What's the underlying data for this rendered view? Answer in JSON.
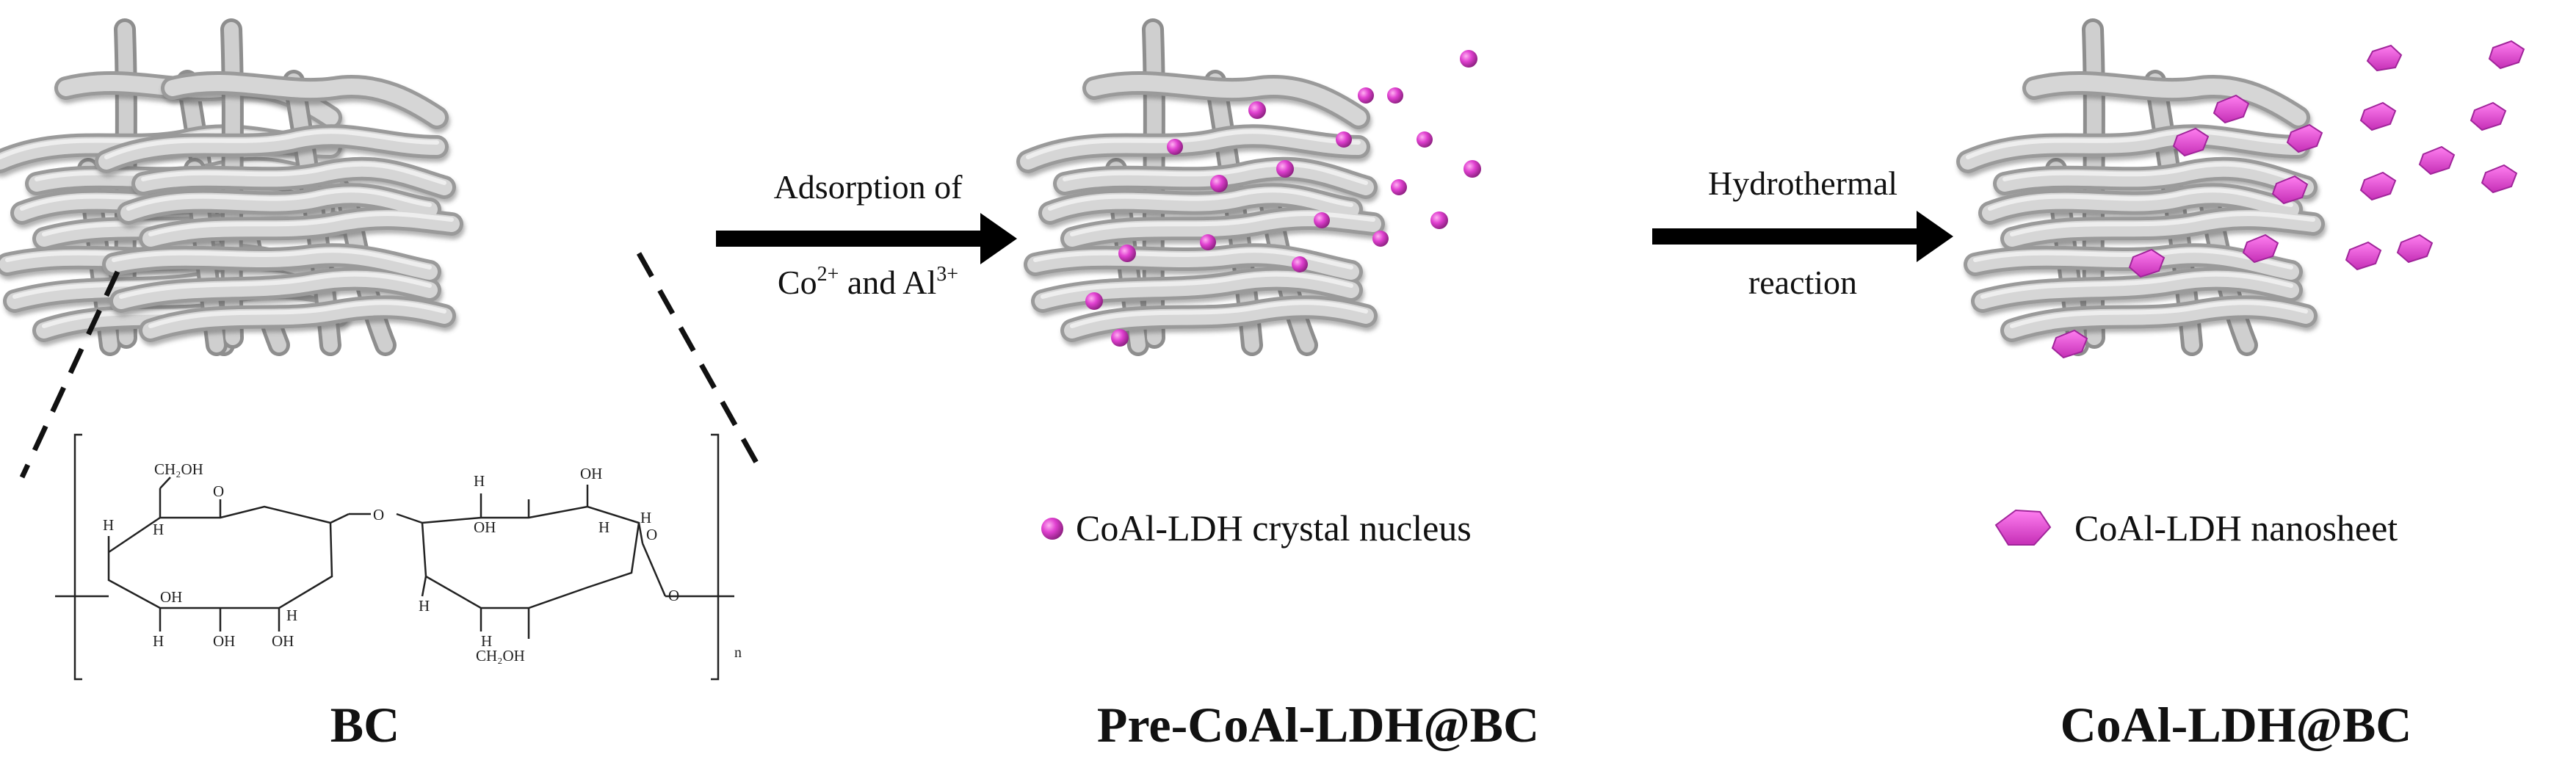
{
  "labels": {
    "bc": "BC",
    "pre": "Pre-CoAl-LDH@BC",
    "final": "CoAl-LDH@BC"
  },
  "steps": {
    "adsorption": {
      "line1": "Adsorption of",
      "co_base": "Co",
      "co_charge": "2+",
      "and": " and Al",
      "al_charge": "3+"
    },
    "hydrothermal": {
      "line1": "Hydrothermal",
      "line2": "reaction"
    }
  },
  "legend": {
    "nucleus": "CoAl-LDH crystal nucleus",
    "nanosheet": "CoAl-LDH nanosheet"
  },
  "structure": {
    "ch2oh_top": "CH₂OH",
    "ch2oh_bottom": "CH₂OH",
    "oh": "OH",
    "h": "H",
    "o": "O",
    "n": "n"
  },
  "colors": {
    "fiber": "#c4c4c4",
    "particle": "#e040d0",
    "arrow": "#000000"
  }
}
